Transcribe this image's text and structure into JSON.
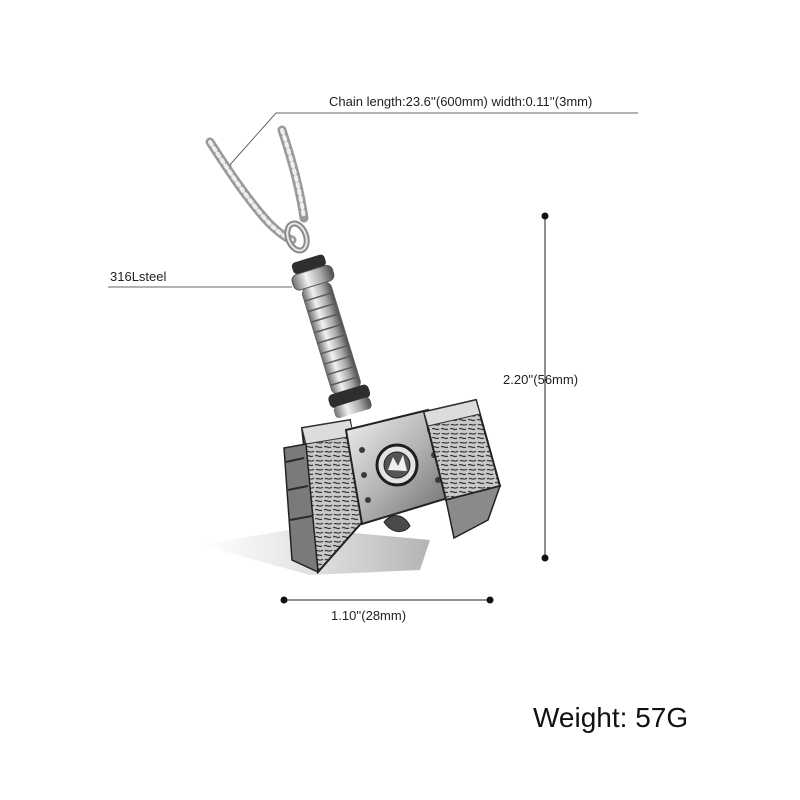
{
  "annotations": {
    "chain": "Chain length:23.6''(600mm) width:0.11''(3mm)",
    "material": "316Lsteel",
    "height": "2.20''(56mm)",
    "width": "1.10''(28mm)",
    "weight": "Weight: 57G"
  },
  "colors": {
    "background": "#ffffff",
    "metal_light": "#e8e8e8",
    "metal_mid": "#a9a9a9",
    "metal_dark": "#3a3a3a",
    "line": "#555555",
    "dot": "#111111"
  }
}
